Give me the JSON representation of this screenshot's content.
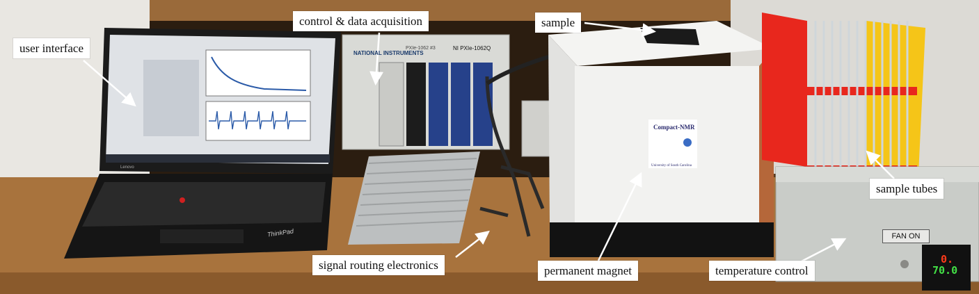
{
  "callouts": {
    "user_interface": "user interface",
    "control_daq": "control & data acquisition",
    "sample": "sample",
    "sample_tubes": "sample tubes",
    "signal_routing": "signal routing electronics",
    "permanent_magnet": "permanent magnet",
    "temperature_control": "temperature control"
  },
  "labels": {
    "fan_on": "FAN ON",
    "ni_brand": "NATIONAL INSTRUMENTS",
    "chassis_id": "PXIe-1062 #3",
    "chassis_model": "NI PXIe-1062Q",
    "logo_title": "Compact-NMR",
    "logo_subtitle": "University of South Carolina",
    "laptop_brand": "ThinkPad",
    "laptop_maker": "Lenovo",
    "display_top": "0.",
    "display_bottom": "70.0"
  },
  "colors": {
    "wood": "#8b5a2b",
    "foam": "#f2f2f0",
    "copper": "#b5673a",
    "rack": "#e8271d",
    "rack_back": "#f5c518",
    "chassis": "#d9dad6",
    "laptop": "#1b1b1b",
    "screen": "#dfe2e6",
    "controller_box": "#c9ccc8",
    "display_red": "#ff3a1a",
    "display_green": "#43e046"
  }
}
